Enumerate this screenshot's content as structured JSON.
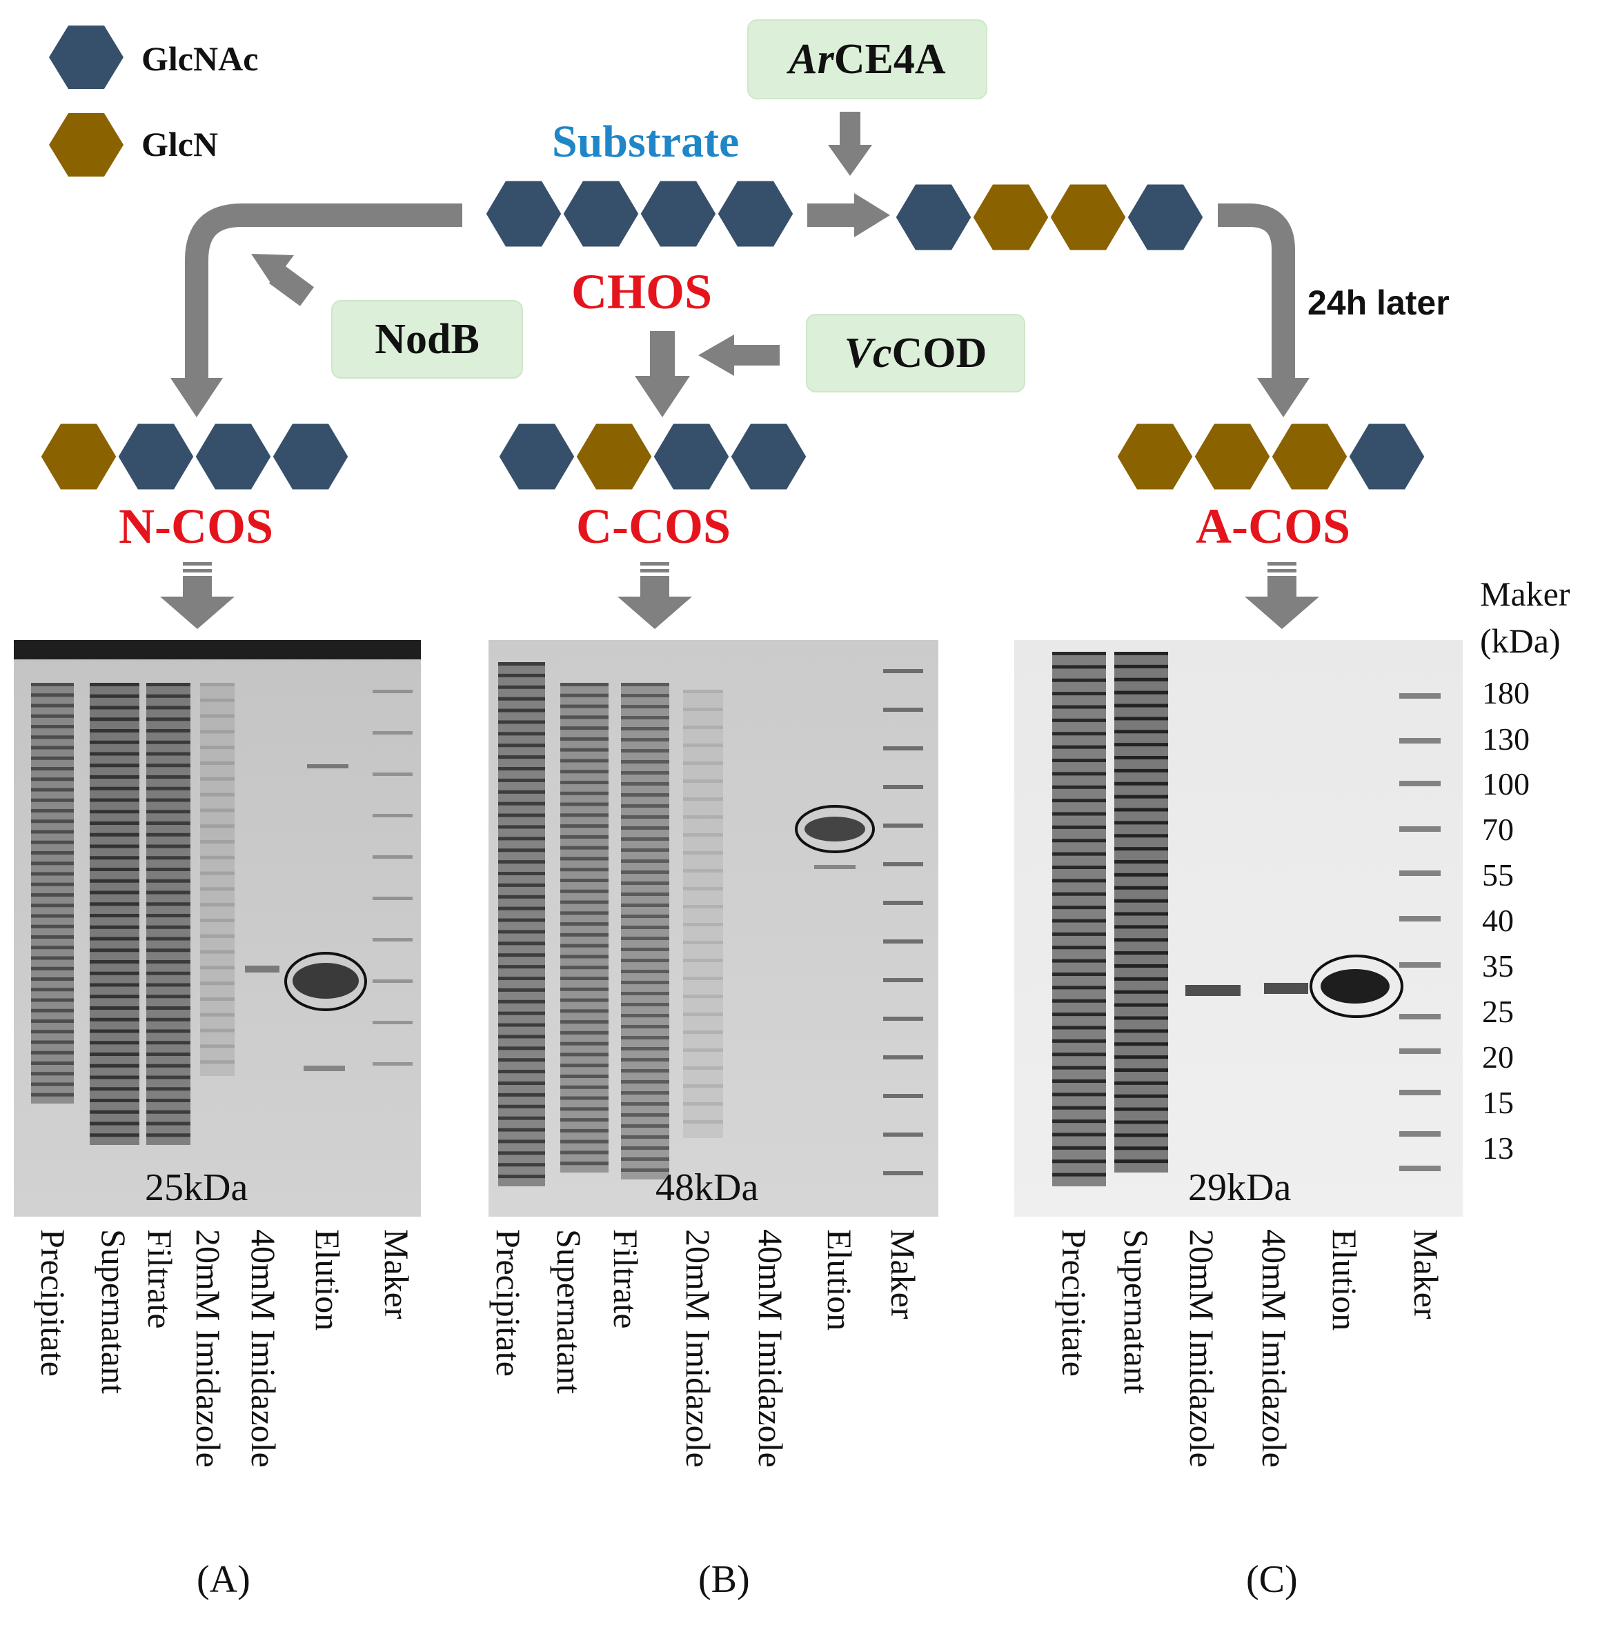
{
  "colors": {
    "glcnac": "#36506b",
    "glcn": "#8b6200",
    "arrow": "#808080",
    "red_text": "#e5141c",
    "blue_text": "#1f86c8",
    "enzyme_bg": "#dcefd8"
  },
  "legend": {
    "glcnac": "GlcNAc",
    "glcn": "GlcN"
  },
  "substrate_label": "Substrate",
  "chos_label": "CHOS",
  "time_label": "24h later",
  "enzymes": {
    "arce4a": {
      "prefix": "Ar",
      "suffix": "CE4A"
    },
    "nodb": {
      "prefix": "",
      "suffix": "NodB"
    },
    "vccod": {
      "prefix": "Vc",
      "suffix": "COD"
    }
  },
  "products": {
    "ncos": "N-COS",
    "ccos": "C-COS",
    "acos": "A-COS"
  },
  "chains": {
    "substrate": [
      "glcnac",
      "glcnac",
      "glcnac",
      "glcnac"
    ],
    "arce4a_product": [
      "glcnac",
      "glcn",
      "glcn",
      "glcnac"
    ],
    "ncos": [
      "glcn",
      "glcnac",
      "glcnac",
      "glcnac"
    ],
    "ccos": [
      "glcnac",
      "glcn",
      "glcnac",
      "glcnac"
    ],
    "acos": [
      "glcn",
      "glcn",
      "glcn",
      "glcnac"
    ]
  },
  "gels": {
    "A": {
      "kda": "25kDa",
      "panel": "(A)",
      "lanes": [
        "Precipitate",
        "Supernatant",
        "Filtrate",
        "20mM Imidazole",
        "40mM Imidazole",
        "Elution",
        "Maker"
      ]
    },
    "B": {
      "kda": "48kDa",
      "panel": "(B)",
      "lanes": [
        "Precipitate",
        "Supernatant",
        "Filtrate",
        "20mM Imidazole",
        "40mM Imidazole",
        "Elution",
        "Maker"
      ]
    },
    "C": {
      "kda": "29kDa",
      "panel": "(C)",
      "lanes": [
        "Precipitate",
        "Supernatant",
        "20mM Imidazole",
        "40mM Imidazole",
        "Elution",
        "Maker"
      ]
    }
  },
  "marker": {
    "title_line1": "Maker",
    "title_line2": "(kDa)",
    "values": [
      "180",
      "130",
      "100",
      "70",
      "55",
      "40",
      "35",
      "25",
      "20",
      "15",
      "13"
    ]
  }
}
